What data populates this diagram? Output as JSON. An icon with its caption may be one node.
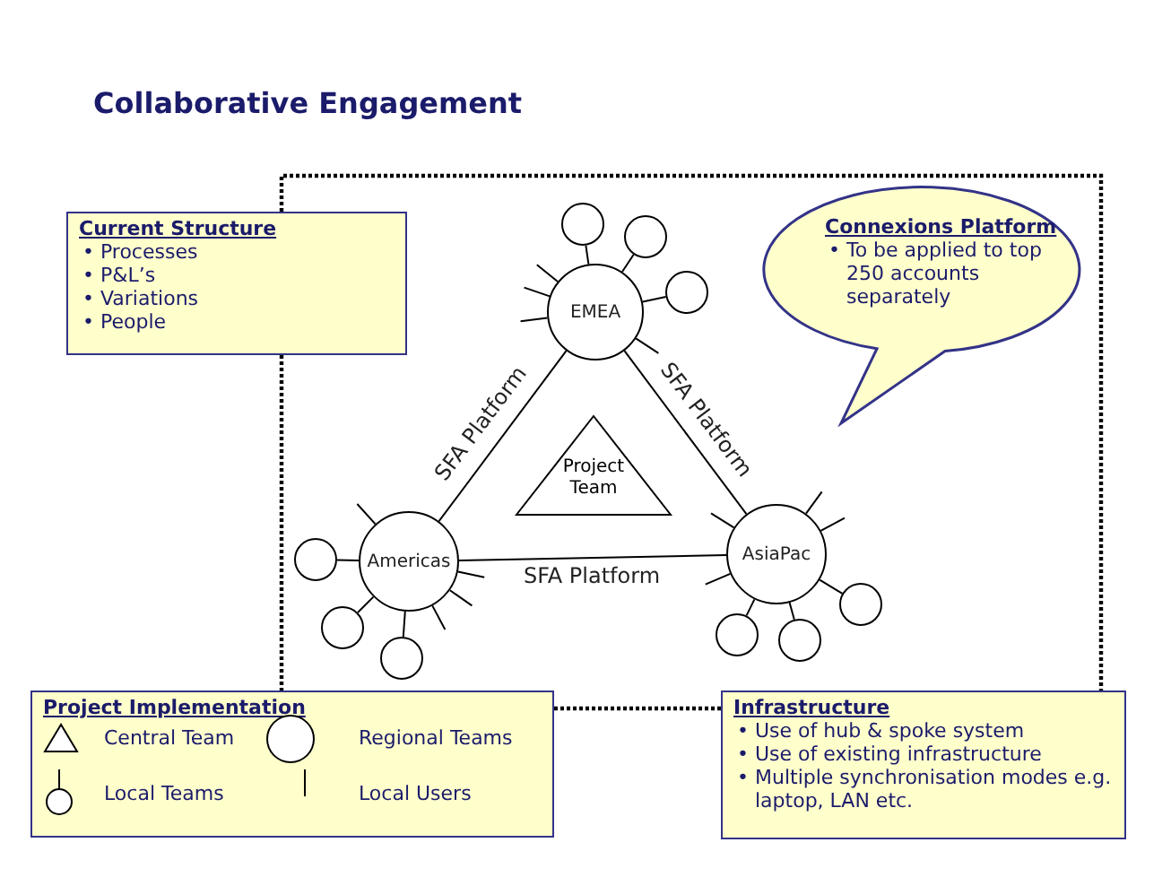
{
  "diagram": {
    "title": "Collaborative Engagement",
    "nodes": [
      {
        "text": [
          "Current Structure",
          "• Processes",
          "• P&L’s",
          "• Variations",
          "• People"
        ]
      },
      {
        "text": [
          "Connexions Platform",
          "• To be applied to top 250 accounts separately"
        ]
      },
      {
        "text": [
          "EMEA"
        ]
      },
      {
        "text": [
          "Project Team"
        ]
      },
      {
        "text": [
          "Americas"
        ]
      },
      {
        "text": [
          "AsiaPac"
        ]
      },
      {
        "text": [
          "Project Implementation"
        ]
      },
      {
        "text": [
          "Infrastructure",
          "• Use of hub & spoke system",
          "• Use of existing infrastructure",
          "• Multiple synchronisation modes e.g. laptop, LAN etc."
        ]
      },
      {
        "text": [],
        "shape": "circle"
      },
      {
        "text": [],
        "shape": "circle"
      },
      {
        "text": [],
        "shape": "circle"
      },
      {
        "text": [],
        "shape": "circle"
      },
      {
        "text": [],
        "shape": "circle"
      },
      {
        "text": [],
        "shape": "circle"
      },
      {
        "text": [],
        "shape": "circle"
      },
      {
        "text": [],
        "shape": "circle"
      },
      {
        "text": [],
        "shape": "circle"
      }
    ],
    "edges": [
      {
        "from": 2,
        "to": 4,
        "arrow": "none",
        "label": "SFA Platform"
      },
      {
        "from": 2,
        "to": 5,
        "arrow": "none",
        "label": "SFA Platform"
      },
      {
        "from": 4,
        "to": 5,
        "arrow": "none",
        "label": "SFA Platform"
      },
      {
        "from": 2,
        "to": 8,
        "arrow": "none"
      },
      {
        "from": 2,
        "to": 9,
        "arrow": "none"
      },
      {
        "from": 2,
        "to": 10,
        "arrow": "none"
      },
      {
        "from": 4,
        "to": 11,
        "arrow": "none"
      },
      {
        "from": 4,
        "to": 12,
        "arrow": "none"
      },
      {
        "from": 4,
        "to": 13,
        "arrow": "none"
      },
      {
        "from": 5,
        "to": 14,
        "arrow": "none"
      },
      {
        "from": 5,
        "to": 15,
        "arrow": "none"
      },
      {
        "from": 5,
        "to": 16,
        "arrow": "none"
      },
      {
        "from": 2,
        "to": null,
        "arrow": "none"
      },
      {
        "from": 2,
        "to": null,
        "arrow": "none"
      },
      {
        "from": 2,
        "to": null,
        "arrow": "none"
      },
      {
        "from": 2,
        "to": null,
        "arrow": "none"
      },
      {
        "from": 4,
        "to": null,
        "arrow": "none"
      },
      {
        "from": 4,
        "to": null,
        "arrow": "none"
      },
      {
        "from": 4,
        "to": null,
        "arrow": "none"
      },
      {
        "from": 4,
        "to": null,
        "arrow": "none"
      },
      {
        "from": 5,
        "to": null,
        "arrow": "none"
      },
      {
        "from": 5,
        "to": null,
        "arrow": "none"
      },
      {
        "from": 5,
        "to": null,
        "arrow": "none"
      },
      {
        "from": 5,
        "to": null,
        "arrow": "none"
      },
      {
        "from": 0,
        "to": 6,
        "arrow": "none",
        "style": "dashed"
      },
      {
        "from": 6,
        "to": 7,
        "arrow": "none",
        "style": "dashed"
      },
      {
        "from": 0,
        "to": 7,
        "arrow": "none",
        "style": "dashed"
      }
    ],
    "legend": [
      {
        "text": "Central Team"
      },
      {
        "text": "Regional Teams"
      },
      {
        "text": "Local Teams"
      },
      {
        "text": "Local Users"
      }
    ]
  }
}
